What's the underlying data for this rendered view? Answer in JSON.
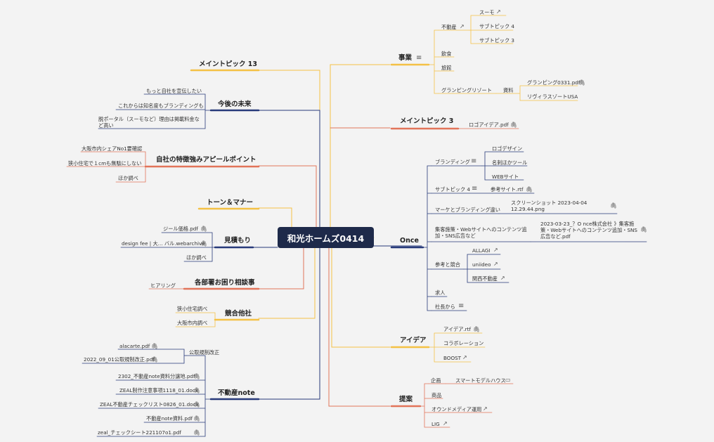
{
  "center_topic": "和光ホームズ0414",
  "colors": {
    "navy": "#273a7a",
    "yellow": "#f4c145",
    "orange": "#e2745a",
    "bg": "#f3f3f3"
  },
  "left": {
    "maintopic13": "メイントピック 13",
    "future": {
      "title": "今後の未来",
      "items": [
        "もっと自社を宣伝したい",
        "これからは知名度もブランディングも",
        "脱ポータル（スーモなど）理由は掲載料金など高い"
      ]
    },
    "strengths": {
      "title": "自社の特徴強みアピールポイント",
      "items": [
        "大阪市内シェアNo1要確認",
        "狭小住宅で１cmも無駄にしない",
        "ほか調べ"
      ]
    },
    "tone": "トーン＆マナー",
    "estimate": {
      "title": "見積もり",
      "items": [
        "ジール価格.pdf",
        "design fee | 大... バル.webarchive",
        "ほか調べ"
      ]
    },
    "consult": {
      "title": "各部署お困り相談事",
      "items": [
        "ヒアリング"
      ]
    },
    "competitors": {
      "title": "競合他社",
      "items": [
        "狭小住宅調べ",
        "大阪市内調べ"
      ]
    },
    "fudosan_note": {
      "title": "不動産note",
      "kosei": "公取規制改正",
      "items": [
        "alacarte.pdf",
        "2022_09_01公取規制改正.pdf",
        "2302_不動産note資料分譲地.pdf",
        "ZEAL制作注意事項1118_01.docx",
        "ZEAL不動産チェックリスト0826_01.docx",
        "不動産note資料.pdf",
        "zeal_チェックシート221107o1.pdf"
      ]
    }
  },
  "right": {
    "jigyo": {
      "title": "事業",
      "fudosan": "不動産",
      "fudosan_items": [
        "スーモ",
        "サブトピック 4",
        "サブトピック 3"
      ],
      "items": [
        "飲食",
        "旅館"
      ],
      "glamping": "グランピングリゾート",
      "shiryo": "資料",
      "glamping_items": [
        "グランピング0331.pdf",
        "リヴィラスゾートUSA"
      ]
    },
    "maintopic3": {
      "title": "メイントピック 3",
      "item": "ロゴアイデア.pdf"
    },
    "once": {
      "title": "Once",
      "branding": "ブランディング",
      "branding_items": [
        "ロゴデザイン",
        "名刺ほかツール",
        "WEBサイト"
      ],
      "sub4": "サブトピック 4",
      "sub4_item": "参考サイト.rtf",
      "marke": "マーケとブランディング違い",
      "marke_item": "スクリーンショット 2023-04-04 12.29.44.png",
      "shukyaku": "集客施策・Webサイトへのコンテンツ追加・SNS広告など",
      "shukyaku_item": "2023-03-23_？O nce株式会社 》集客施策・Webサイトへのコンテンツ追加・SNS広告など.pdf",
      "sanko": "参考と競合",
      "sanko_items": [
        "ALLAGI",
        "uniideo",
        "関西不動産"
      ],
      "kyujin": "求人",
      "shacho": "社長から"
    },
    "idea": {
      "title": "アイデア",
      "items": [
        "アイデア.rtf",
        "コラボレーション",
        "BOOST"
      ]
    },
    "teian": {
      "title": "提案",
      "kikaku": "企画",
      "kikaku_item": "スマートモデルハウス",
      "items": [
        "商品",
        "オウンドメディア運用",
        "LIG"
      ]
    }
  }
}
